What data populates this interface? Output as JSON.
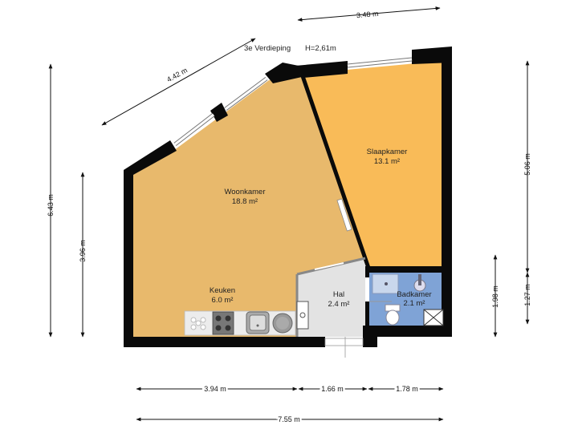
{
  "header": {
    "floor": "3e Verdieping",
    "height": "H=2,61m"
  },
  "rooms": {
    "woonkamer": {
      "name": "Woonkamer",
      "area": "18.8 m²"
    },
    "slaapkamer": {
      "name": "Slaapkamer",
      "area": "13.1 m²"
    },
    "keuken": {
      "name": "Keuken",
      "area": "6.0 m²"
    },
    "hal": {
      "name": "Hal",
      "area": "2.4 m²"
    },
    "badkamer": {
      "name": "Badkamer",
      "area": "2.1 m²"
    }
  },
  "dimensions": {
    "top_right": "3.48 m",
    "diagonal": "4.42 m",
    "left_outer": "6.43 m",
    "left_inner": "3.96 m",
    "right_outer": "5.06 m",
    "right_small": "1.27 m",
    "right_bath": "1.98 m",
    "bottom_left": "3.94 m",
    "bottom_mid": "1.66 m",
    "bottom_right": "1.78 m",
    "bottom_total": "7.55 m"
  },
  "colors": {
    "woonkamer": "#e8b96c",
    "slaapkamer": "#f9bb58",
    "hal": "#e3e3e3",
    "badkamer": "#7fa3d6",
    "wall": "#0a0a0a"
  }
}
